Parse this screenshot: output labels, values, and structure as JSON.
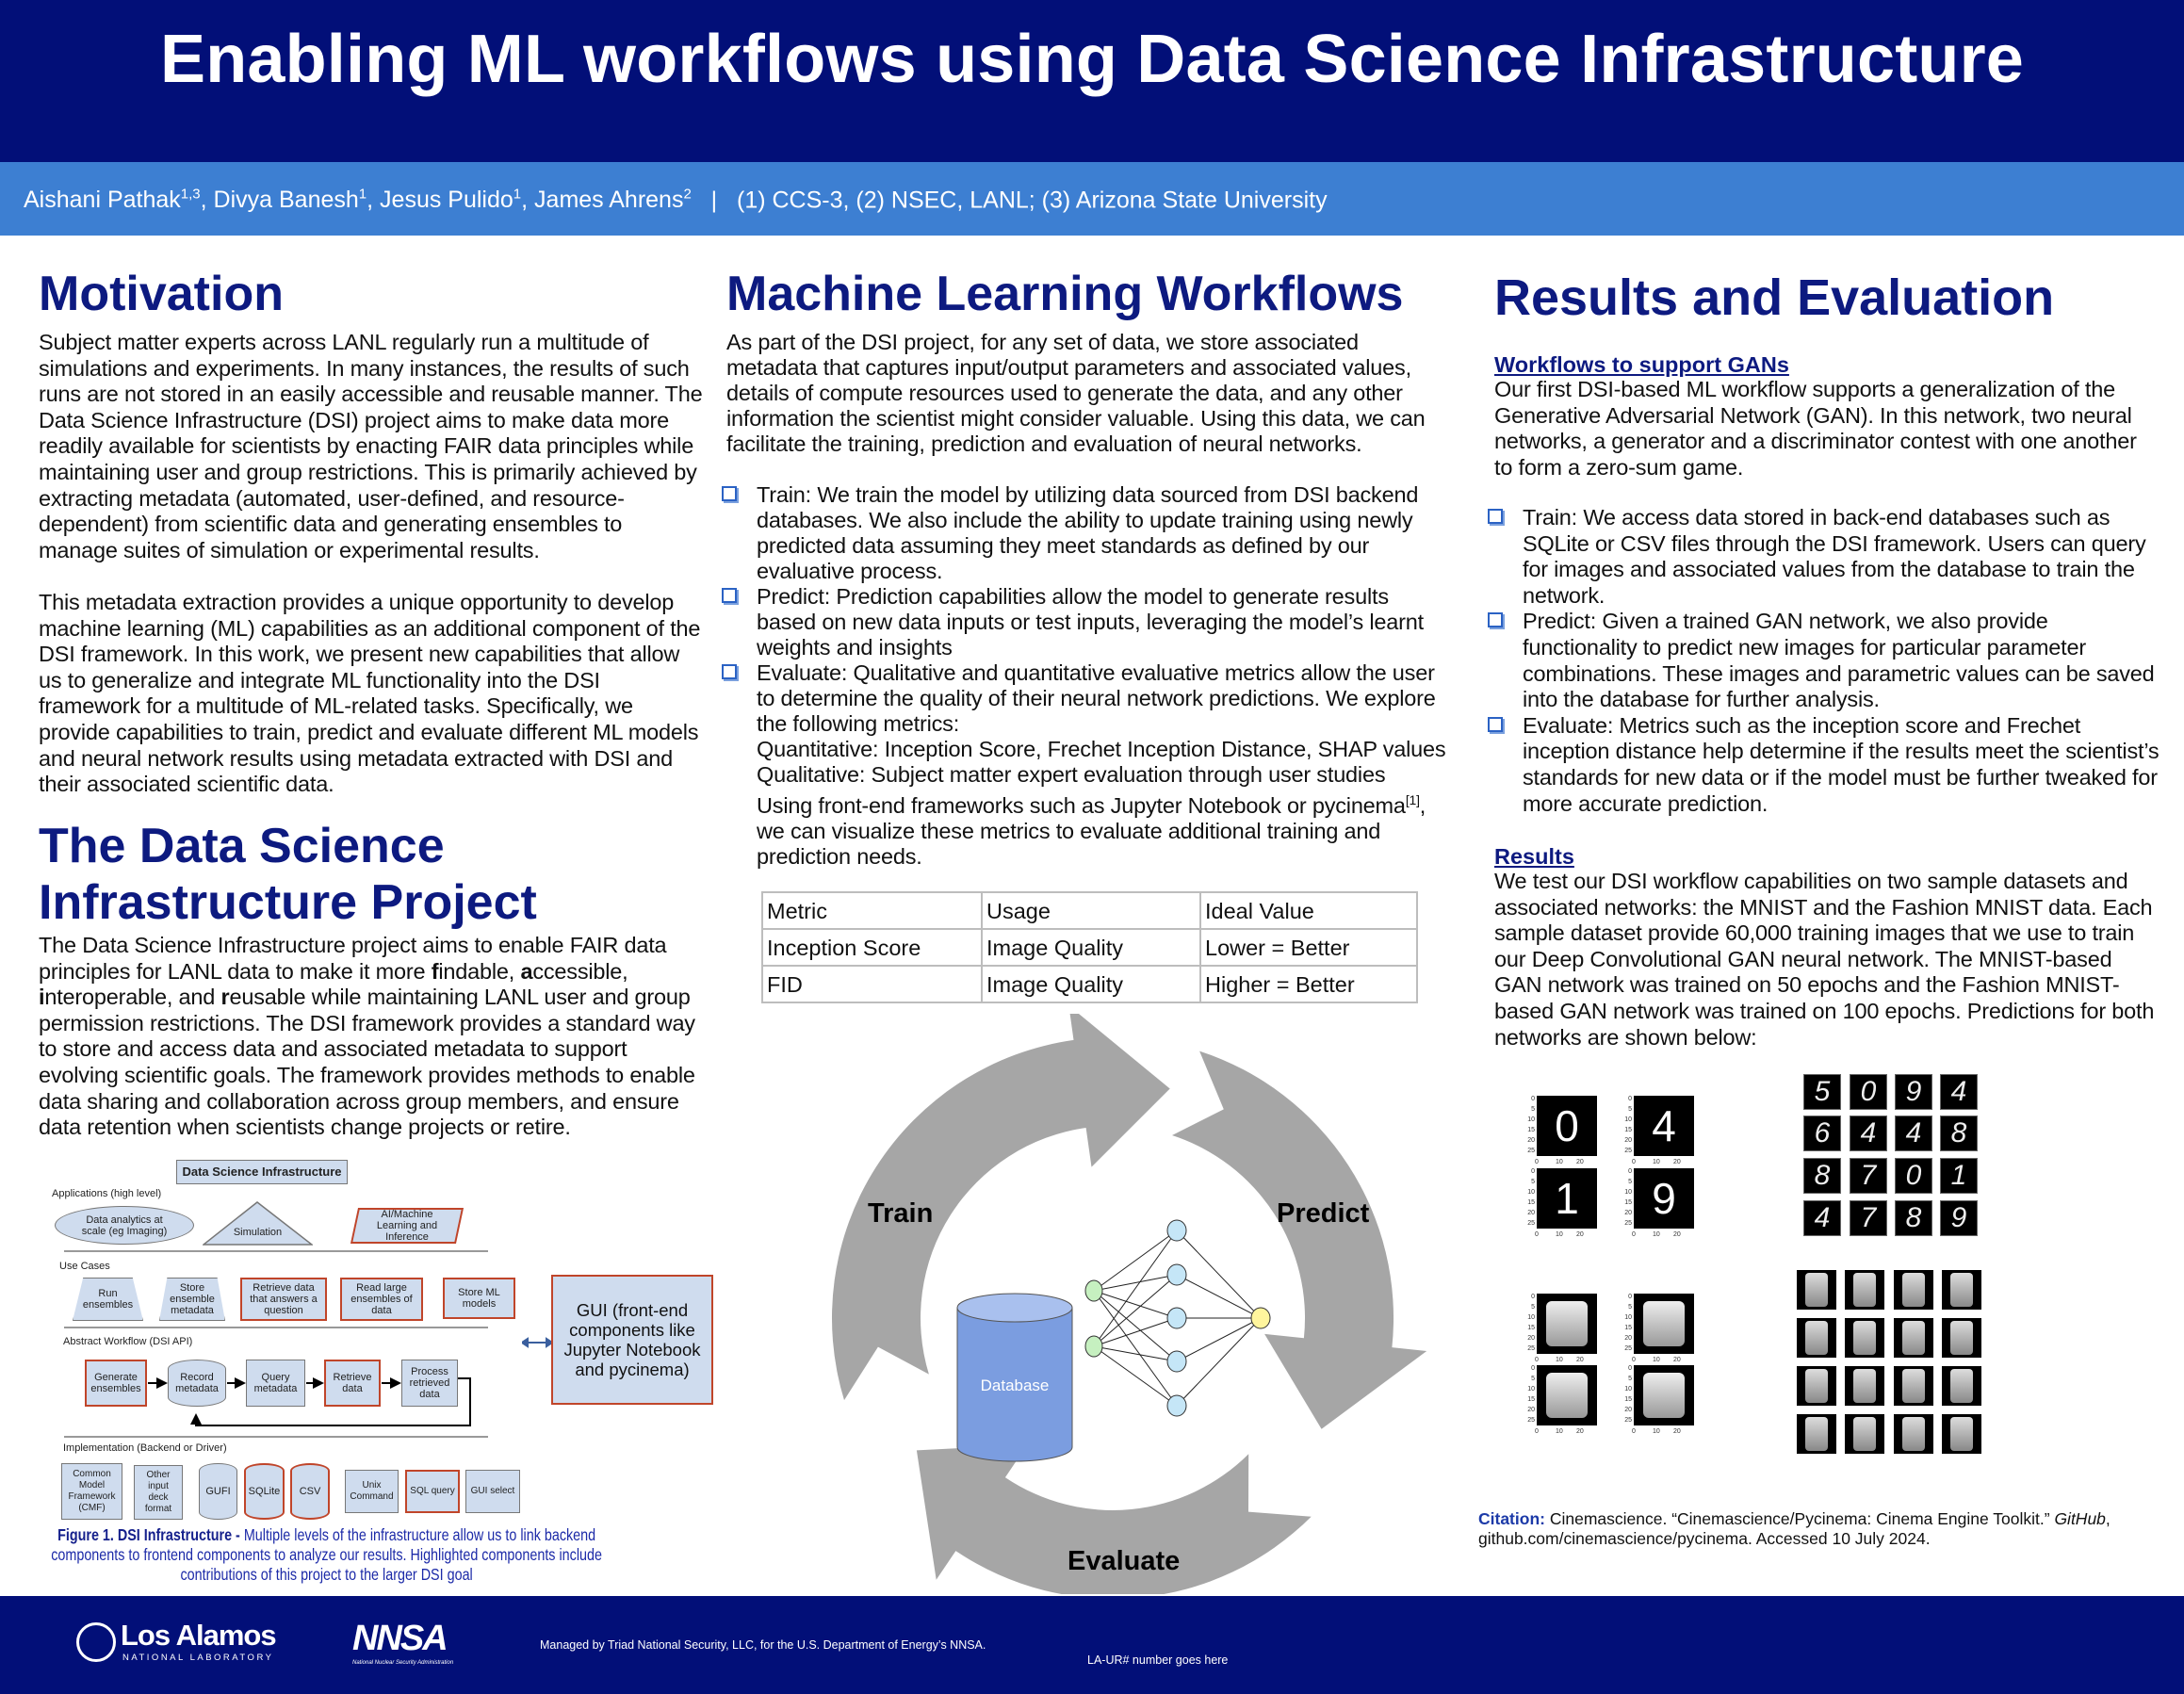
{
  "header": {
    "title": "Enabling ML workflows using Data Science Infrastructure",
    "authors": [
      {
        "name": "Aishani Pathak",
        "sup": "1,3",
        "sep": ", "
      },
      {
        "name": "Divya Banesh",
        "sup": "1",
        "sep": ", "
      },
      {
        "name": "Jesus Pulido",
        "sup": "1",
        "sep": ", "
      },
      {
        "name": "James Ahrens",
        "sup": "2",
        "sep": ""
      }
    ],
    "divider": "|",
    "affiliations": "(1) CCS-3, (2) NSEC, LANL; (3) Arizona State University"
  },
  "motivation": {
    "heading": "Motivation",
    "paragraphs": [
      "Subject matter experts across LANL regularly run a multitude of simulations and experiments. In many instances, the results of such runs are not stored in an easily accessible and reusable manner. The Data Science Infrastructure (DSI) project aims to make data more readily available for scientists by enacting FAIR data principles while maintaining user and group restrictions. This is primarily achieved by extracting metadata (automated, user-defined, and resource-dependent) from scientific data and generating ensembles to manage suites of simulation or experimental results.",
      "This metadata extraction provides a unique opportunity to develop machine learning (ML) capabilities as an additional component of the DSI framework. In this work, we present new capabilities that allow us to generalize and integrate ML functionality into the DSI framework for a multitude of ML-related tasks. Specifically, we provide capabilities to train, predict and evaluate different ML models and neural network results using metadata extracted with DSI and their associated scientific data."
    ]
  },
  "dsi": {
    "heading": "The Data Science Infrastructure Project",
    "segments": [
      "The Data Science Infrastructure project aims to enable FAIR data principles for LANL data to make it more ",
      "f",
      "indable, ",
      "a",
      "ccessible, ",
      "i",
      "nteroperable, and ",
      "r",
      "eusable while maintaining LANL user and group permission restrictions. The DSI framework provides a standard way to store and access data and associated metadata to support evolving scientific goals. The framework provides methods to enable data sharing and collaboration across group members, and ensure data retention when scientists change projects or retire."
    ]
  },
  "figure": {
    "title": "Data Science Infrastructure",
    "applications_label": "Applications (high level)",
    "applications": [
      "Data analytics at scale (eg Imaging)",
      "Simulation",
      "AI/Machine Learning and Inference"
    ],
    "use_cases_label": "Use Cases",
    "use_cases": [
      "Run ensembles",
      "Store ensemble metadata",
      "Retrieve data that answers a question",
      "Read large ensembles of data",
      "Store ML models"
    ],
    "workflow_label": "Abstract Workflow (DSI API)",
    "workflow": [
      "Generate ensembles",
      "Record metadata",
      "Query metadata",
      "Retrieve data",
      "Process retrieved data"
    ],
    "impl_label": "Implementation (Backend or Driver)",
    "impl": [
      "Common Model Framework (CMF)",
      "Other input deck format",
      "GUFI",
      "SQLite",
      "CSV",
      "Unix Command",
      "SQL query",
      "GUI select"
    ],
    "gui": "GUI (front-end components like Jupyter Notebook and pycinema)",
    "caption_bold": "Figure 1. DSI Infrastructure -",
    "caption": " Multiple levels of the infrastructure allow us to link backend components to frontend components to analyze our results. Highlighted components include contributions of this project to the larger DSI goal"
  },
  "ml": {
    "heading": "Machine Learning Workflows",
    "intro": "As part of the DSI project, for any set of data, we store associated metadata that captures input/output parameters and associated values, details of compute resources used to generate the data, and any other information the scientist might consider valuable. Using this data, we can facilitate the training, prediction and evaluation of neural networks.",
    "bullets": [
      "Train: We train the model by utilizing data sourced from DSI backend databases. We also include the ability to update training using newly predicted data assuming they meet standards as defined by our evaluative process.",
      "Predict: Prediction capabilities allow the model to generate results based on new data inputs or test inputs, leveraging the model’s learnt weights and insights",
      "Evaluate: Qualitative and quantitative evaluative metrics allow the user to determine the quality of their neural network predictions. We explore the following metrics:"
    ],
    "quantitative": "Quantitative: Inception Score, Frechet Inception Distance, SHAP values",
    "qualitative": "Qualitative: Subject matter expert evaluation through user studies",
    "frontend_a": "Using front-end frameworks such as Jupyter Notebook or pycinema",
    "frontend_sup": "[1]",
    "frontend_b": ", we can visualize these metrics to evaluate additional training and prediction needs.",
    "table": {
      "headers": [
        "Metric",
        "Usage",
        "Ideal Value"
      ],
      "rows": [
        [
          "Inception Score",
          "Image Quality",
          "Lower = Better"
        ],
        [
          "FID",
          "Image Quality",
          "Higher = Better"
        ]
      ]
    },
    "cycle": {
      "train": "Train",
      "predict": "Predict",
      "evaluate": "Evaluate",
      "database": "Database",
      "arrow_color": "#a6a6a6",
      "db_color": "#7b9de0"
    }
  },
  "results": {
    "heading": "Results and Evaluation",
    "gan_sub": "Workflows to support GANs",
    "gan_intro": "Our first DSI-based ML workflow supports a generalization of the Generative Adversarial Network (GAN). In this network, two neural networks, a generator and a discriminator contest with one another to form a zero-sum game.",
    "bullets": [
      "Train: We access data stored in back-end databases such as SQLite or CSV files through the DSI framework. Users can query for images and associated values from the database to train the network.",
      "Predict: Given a trained GAN network, we also provide functionality to predict new images for particular parameter combinations. These images and parametric values can be saved into the database for further analysis.",
      "Evaluate: Metrics such as the inception score and Frechet inception distance help determine if the results meet the scientist’s standards for new data or if the model must be further tweaked for more accurate prediction."
    ],
    "results_sub": "Results",
    "results_text": "We test our DSI workflow capabilities on two sample datasets and associated networks: the MNIST and the Fashion MNIST data. Each sample dataset provide 60,000 training images that we use to train our Deep Convolutional GAN neural network. The MNIST-based GAN network was trained on 50 epochs and the Fashion MNIST-based GAN network was trained on 100 epochs. Predictions for both networks are shown below:",
    "mnist_samples": [
      "0",
      "4",
      "1",
      "9"
    ],
    "mnist_generated": [
      "5",
      "0",
      "9",
      "4",
      "6",
      "4",
      "4",
      "8",
      "8",
      "7",
      "0",
      "1",
      "4",
      "7",
      "8",
      "9"
    ],
    "y_ticks": [
      "0",
      "5",
      "10",
      "15",
      "20",
      "25"
    ],
    "x_ticks": [
      "0",
      "10",
      "20"
    ],
    "citation_label": "Citation:",
    "citation_a": " Cinemascience. “Cinemascience/Pycinema: Cinema Engine Toolkit.” ",
    "citation_italic": "GitHub",
    "citation_b": ", github.com/cinemascience/pycinema. Accessed 10 July 2024."
  },
  "footer": {
    "lanl_name": "Los Alamos",
    "lanl_sub": "NATIONAL LABORATORY",
    "nnsa": "NNSA",
    "nnsa_sub": "National Nuclear Security Administration",
    "managed": "Managed by Triad National Security, LLC, for the U.S. Department of Energy’s NNSA.",
    "laur": "LA-UR# number goes here"
  }
}
